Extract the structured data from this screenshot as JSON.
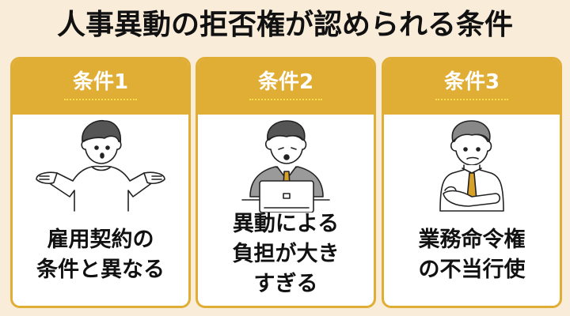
{
  "title": "人事異動の拒否権が認められる条件",
  "colors": {
    "background": "#f9ecd9",
    "accent": "#e0ad35",
    "dots": "#fbe04a",
    "text": "#111111"
  },
  "cards": [
    {
      "label": "条件1",
      "illustration": "shrugging-person-icon",
      "lines": [
        "雇用契約の",
        "条件と異なる"
      ]
    },
    {
      "label": "条件2",
      "illustration": "person-at-laptop-icon",
      "lines": [
        "異動による",
        "負担が大き",
        "すぎる"
      ]
    },
    {
      "label": "条件3",
      "illustration": "arms-crossed-person-icon",
      "lines": [
        "業務命令権",
        "の不当行使"
      ]
    }
  ]
}
